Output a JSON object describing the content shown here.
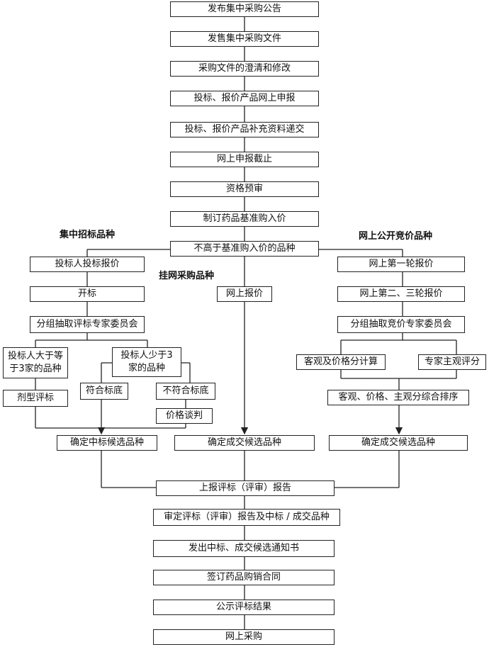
{
  "main_flow": {
    "step1": "发布集中采购公告",
    "step2": "发售集中采购文件",
    "step3": "采购文件的澄清和修改",
    "step4": "投标、报价产品网上申报",
    "step5": "投标、报价产品补充资料递交",
    "step6": "网上申报截止",
    "step7": "资格预审",
    "step8": "制订药品基准购入价",
    "split": "不高于基准购入价的品种"
  },
  "branches": {
    "left_title": "集中招标品种",
    "middle_title": "挂网采购品种",
    "right_title": "网上公开竞价品种"
  },
  "left": {
    "bid_quote": "投标人投标报价",
    "open_bid": "开标",
    "expert_panel": "分组抽取评标专家委员会",
    "three_or_more": "投标人大于等\n于3家的品种",
    "less_than_three": "投标人少于3\n家的品种",
    "dosage_eval": "剂型评标",
    "meets_floor": "符合标底",
    "not_meets_floor": "不符合标底",
    "price_negotiation": "价格谈判",
    "winning_candidates": "确定中标候选品种"
  },
  "middle": {
    "online_quote": "网上报价",
    "deal_candidates": "确定成交候选品种"
  },
  "right": {
    "round1": "网上第一轮报价",
    "round23": "网上第二、三轮报价",
    "bid_panel": "分组抽取竞价专家委员会",
    "objective": "客观及价格分计算",
    "subjective": "专家主观评分",
    "ranking": "客观、价格、主观分综合排序",
    "deal_candidates": "确定成交候选品种"
  },
  "final_flow": {
    "report": "上报评标（评审）报告",
    "approve": "审定评标（评审）报告及中标 / 成交品种",
    "notice": "发出中标、成交候选通知书",
    "contract": "签订药品购销合同",
    "publicize": "公示评标结果",
    "purchase": "网上采购"
  }
}
